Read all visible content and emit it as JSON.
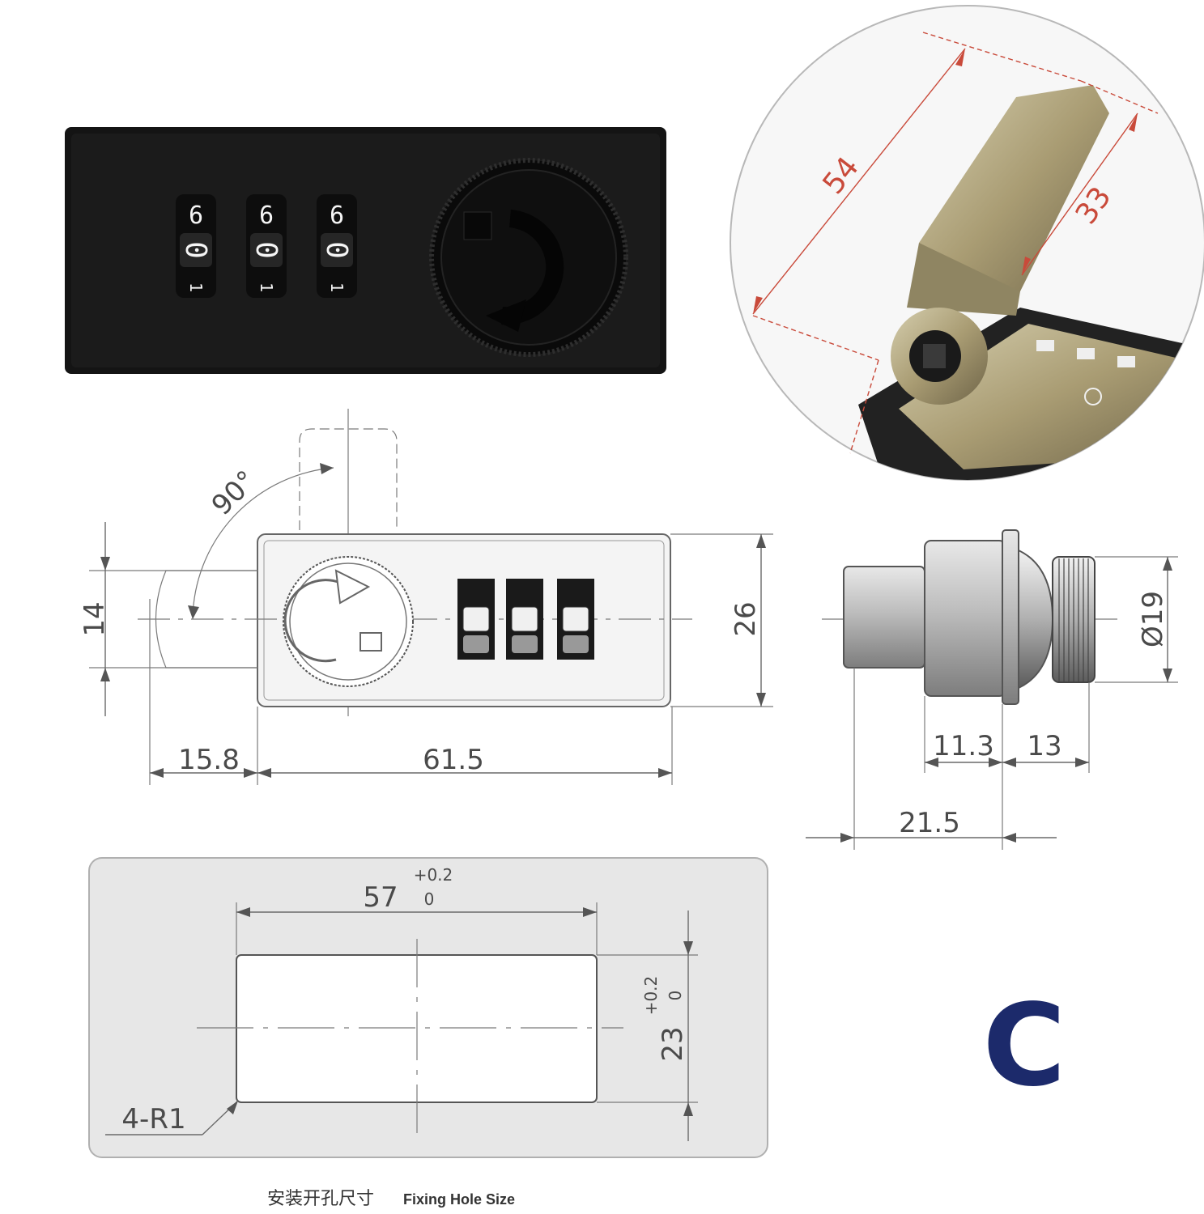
{
  "photo_lock": {
    "dial_top": [
      "9",
      "9",
      "9"
    ],
    "dial_middle": [
      "0",
      "0",
      "0"
    ],
    "dial_bottom": [
      "1",
      "1",
      "1"
    ]
  },
  "cam_photo": {
    "length_54": "54",
    "length_33": "33"
  },
  "front_view": {
    "angle_label": "90°",
    "dim_height_14": "14",
    "dim_height_26": "26",
    "dim_width_15_8": "15.8",
    "dim_width_61_5": "61.5"
  },
  "side_view": {
    "dim_diameter": "Ø19",
    "dim_11_3": "11.3",
    "dim_13": "13",
    "dim_21_5": "21.5"
  },
  "cutout": {
    "dim_width": "57",
    "dim_width_tol_upper": "+0.2",
    "dim_width_tol_lower": "0",
    "dim_height": "23",
    "dim_height_tol_upper": "+0.2",
    "dim_height_tol_lower": "0",
    "corner_radius": "4-R1",
    "caption_cn": "安装开孔尺寸",
    "caption_en": "Fixing Hole Size"
  },
  "variant_letter": "C",
  "colors": {
    "accent": "#1c2a6b",
    "dimension_red": "#c94a3a",
    "cam_brass": "#b8ad8a"
  }
}
